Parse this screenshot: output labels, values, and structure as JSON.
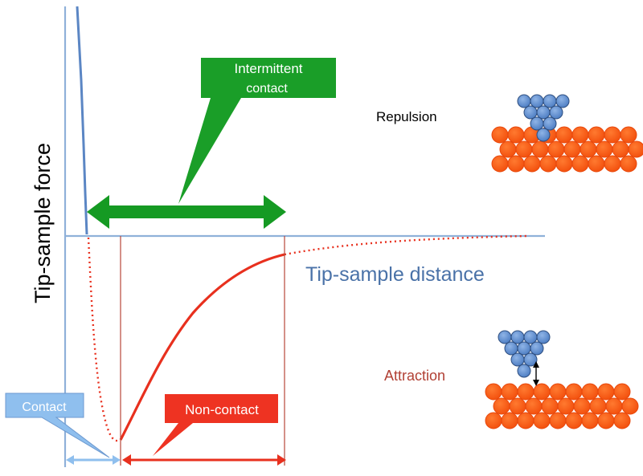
{
  "diagram": {
    "y_axis_label": "Tip-sample force",
    "x_axis_label": "Tip-sample distance",
    "regions": {
      "repulsion": "Repulsion",
      "attraction": "Attraction"
    },
    "callouts": {
      "intermittent_line1": "Intermittent",
      "intermittent_line2": "contact",
      "contact": "Contact",
      "non_contact": "Non-contact"
    },
    "colors": {
      "axis": "#8fb1d9",
      "force_curve_repulsive": "#5b86c4",
      "force_curve_attractive": "#e8301e",
      "marker_lines": "#b7473a",
      "intermittent_fill": "#159a23",
      "contact_fill": "#8fbfee",
      "non_contact_fill": "#ee3322",
      "tip_atom": "#5a8bd0",
      "surface_atom": "#ff5a14",
      "x_label_color": "#4a72a8",
      "attraction_color": "#b14034"
    }
  }
}
